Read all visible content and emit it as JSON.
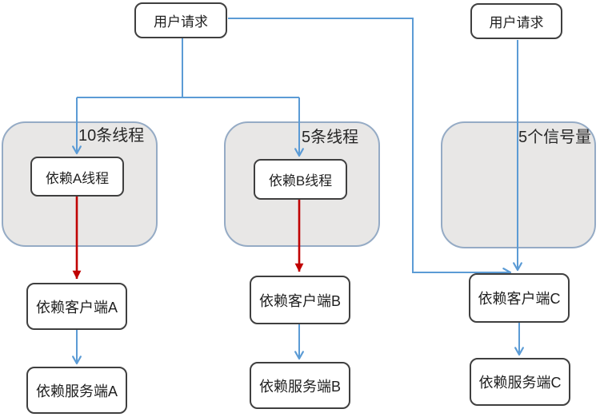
{
  "colors": {
    "connector_blue": "#5B9BD5",
    "connector_red": "#C00000",
    "container_fill": "#E8E7E6",
    "container_border": "#95ABC5",
    "box_fill": "#FFFFFF",
    "box_border": "#3F3F3F",
    "text_color": "#1F1F1F"
  },
  "nodes": {
    "user_request_left": "用户请求",
    "user_request_right": "用户请求",
    "pool_a_label": "10条线程",
    "pool_b_label": "5条线程",
    "pool_c_label": "5个信号量",
    "thread_a": "依赖A线程",
    "thread_b": "依赖B线程",
    "client_a": "依赖客户端A",
    "client_b": "依赖客户端B",
    "client_c": "依赖客户端C",
    "server_a": "依赖服务端A",
    "server_b": "依赖服务端B",
    "server_c": "依赖服务端C"
  }
}
